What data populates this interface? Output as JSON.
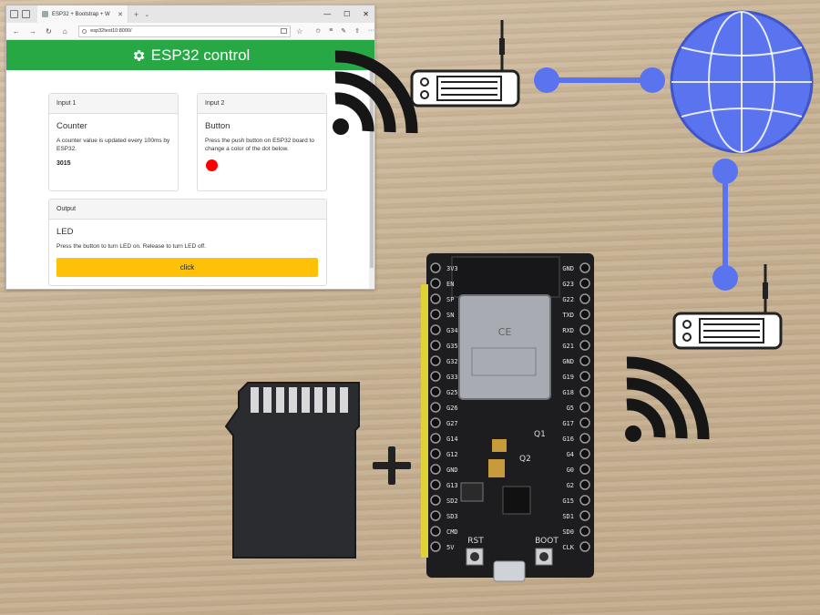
{
  "browser": {
    "tab_title": "ESP32 + Bootstrap + W",
    "url": "esp32test10:8000/",
    "window_controls": [
      "minimize-icon",
      "maximize-icon",
      "close-icon"
    ]
  },
  "app": {
    "title": "ESP32 control",
    "colors": {
      "banner": "#28a745",
      "button": "#ffc107",
      "dot": "#ff0000"
    }
  },
  "cards": {
    "input1": {
      "header": "Input 1",
      "title": "Counter",
      "text": "A counter value is updated every 100ms by ESP32.",
      "value": "3015"
    },
    "input2": {
      "header": "Input 2",
      "title": "Button",
      "text": "Press the push button on ESP32 board to change a color of the dot below."
    },
    "output": {
      "header": "Output",
      "title": "LED",
      "text": "Press the button to turn LED on. Release to turn LED off.",
      "button_label": "click"
    }
  },
  "board": {
    "left_pins": [
      "3V3",
      "EN",
      "SP",
      "SN",
      "G34",
      "G35",
      "G32",
      "G33",
      "G25",
      "G26",
      "G27",
      "G14",
      "G12",
      "GND",
      "G13",
      "SD2",
      "SD3",
      "CMD",
      "5V"
    ],
    "right_pins": [
      "GND",
      "G23",
      "G22",
      "TXD",
      "RXD",
      "G21",
      "GND",
      "G19",
      "G18",
      "G5",
      "G17",
      "G16",
      "G4",
      "G0",
      "G2",
      "G15",
      "SD1",
      "SD0",
      "CLK"
    ],
    "labels": [
      "EN",
      "RST",
      "BOOT",
      "Q1",
      "Q2"
    ]
  },
  "icons": [
    "wifi-icon",
    "router-icon",
    "globe-icon",
    "sd-card-icon",
    "plus-icon",
    "esp32-board"
  ]
}
